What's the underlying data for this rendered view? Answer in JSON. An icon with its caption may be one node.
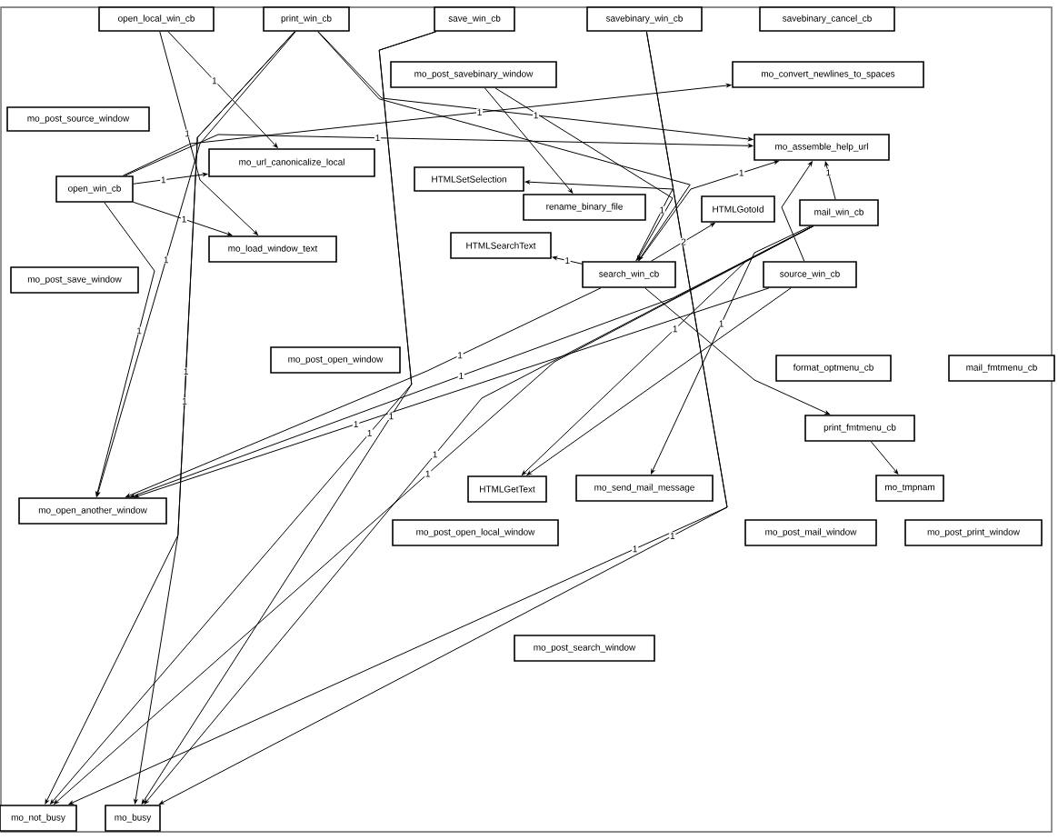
{
  "diagram": {
    "nodes": [
      {
        "text": [
          "open_local_win_cb"
        ]
      },
      {
        "text": [
          "print_win_cb"
        ]
      },
      {
        "text": [
          "save_win_cb"
        ]
      },
      {
        "text": [
          "savebinary_win_cb"
        ]
      },
      {
        "text": [
          "savebinary_cancel_cb"
        ]
      },
      {
        "text": [
          "mo_post_savebinary_window"
        ]
      },
      {
        "text": [
          "mo_convert_newlines_to_spaces"
        ]
      },
      {
        "text": [
          "mo_post_source_window"
        ]
      },
      {
        "text": [
          "mo_assemble_help_url"
        ]
      },
      {
        "text": [
          "mo_url_canonicalize_local"
        ]
      },
      {
        "text": [
          "HTMLSetSelection"
        ]
      },
      {
        "text": [
          "open_win_cb"
        ]
      },
      {
        "text": [
          "rename_binary_file"
        ]
      },
      {
        "text": [
          "HTMLGotoId"
        ]
      },
      {
        "text": [
          "mail_win_cb"
        ]
      },
      {
        "text": [
          "HTMLSearchText"
        ]
      },
      {
        "text": [
          "mo_load_window_text"
        ]
      },
      {
        "text": [
          "search_win_cb"
        ]
      },
      {
        "text": [
          "source_win_cb"
        ]
      },
      {
        "text": [
          "mo_post_save_window"
        ]
      },
      {
        "text": [
          "mo_post_open_window"
        ]
      },
      {
        "text": [
          "format_optmenu_cb"
        ]
      },
      {
        "text": [
          "mail_fmtmenu_cb"
        ]
      },
      {
        "text": [
          "print_fmtmenu_cb"
        ]
      },
      {
        "text": [
          "HTMLGetText"
        ]
      },
      {
        "text": [
          "mo_send_mail_message"
        ]
      },
      {
        "text": [
          "mo_tmpnam"
        ]
      },
      {
        "text": [
          "mo_open_another_window"
        ]
      },
      {
        "text": [
          "mo_post_open_local_window"
        ]
      },
      {
        "text": [
          "mo_post_mail_window"
        ]
      },
      {
        "text": [
          "mo_post_print_window"
        ]
      },
      {
        "text": [
          "mo_post_search_window"
        ]
      },
      {
        "text": [
          "mo_not_busy"
        ]
      },
      {
        "text": [
          "mo_busy"
        ]
      }
    ],
    "edges": [
      {
        "from": 0,
        "to": 9,
        "arrow": "to",
        "label": "1"
      },
      {
        "from": 0,
        "to": 16,
        "arrow": "to",
        "label": "1"
      },
      {
        "from": 1,
        "to": 8,
        "arrow": "to",
        "label": "1"
      },
      {
        "from": 1,
        "to": 17,
        "arrow": "to"
      },
      {
        "from": 1,
        "to": 27,
        "arrow": "to",
        "label": "1"
      },
      {
        "from": 1,
        "to": 32,
        "arrow": "to",
        "label": "1"
      },
      {
        "from": 1,
        "to": 33,
        "arrow": "to",
        "label": "1"
      },
      {
        "from": 2,
        "to": 32,
        "arrow": "to",
        "label": "1"
      },
      {
        "from": 2,
        "to": 33,
        "arrow": "to",
        "label": "1"
      },
      {
        "from": 3,
        "to": 32,
        "arrow": "to",
        "label": "1"
      },
      {
        "from": 3,
        "to": 33,
        "arrow": "to",
        "label": "1"
      },
      {
        "from": 5,
        "to": 12,
        "arrow": "to"
      },
      {
        "from": 5,
        "to": 17,
        "arrow": "to"
      },
      {
        "from": 11,
        "to": 9,
        "arrow": "to",
        "label": "1"
      },
      {
        "from": 11,
        "to": 6,
        "arrow": "to",
        "label": "1"
      },
      {
        "from": 11,
        "to": 8,
        "arrow": "to",
        "label": "1"
      },
      {
        "from": 11,
        "to": 16,
        "arrow": "to",
        "label": "1"
      },
      {
        "from": 11,
        "to": 27,
        "arrow": "to",
        "label": "1"
      },
      {
        "from": 17,
        "to": 15,
        "arrow": "to",
        "label": "1"
      },
      {
        "from": 17,
        "to": 10,
        "arrow": "to",
        "label": "1"
      },
      {
        "from": 17,
        "to": 13,
        "arrow": "to",
        "label": "2"
      },
      {
        "from": 17,
        "to": 8,
        "arrow": "to",
        "label": "1"
      },
      {
        "from": 17,
        "to": 27,
        "arrow": "to",
        "label": "1"
      },
      {
        "from": 17,
        "to": 23,
        "arrow": "to"
      },
      {
        "from": 23,
        "to": 26,
        "arrow": "to"
      },
      {
        "from": 14,
        "to": 8,
        "arrow": "to",
        "label": "1"
      },
      {
        "from": 18,
        "to": 8,
        "arrow": "to"
      },
      {
        "from": 14,
        "to": 25,
        "arrow": "to",
        "label": "1"
      },
      {
        "from": 14,
        "to": 24,
        "arrow": "to",
        "label": "1"
      },
      {
        "from": 18,
        "to": 24,
        "arrow": "to"
      },
      {
        "from": 14,
        "to": 27,
        "arrow": "to",
        "label": "1"
      },
      {
        "from": 18,
        "to": 27,
        "arrow": "to",
        "label": "1"
      },
      {
        "from": 14,
        "to": 32,
        "arrow": "to",
        "label": "1"
      },
      {
        "from": 14,
        "to": 33,
        "arrow": "to",
        "label": "1"
      }
    ]
  }
}
